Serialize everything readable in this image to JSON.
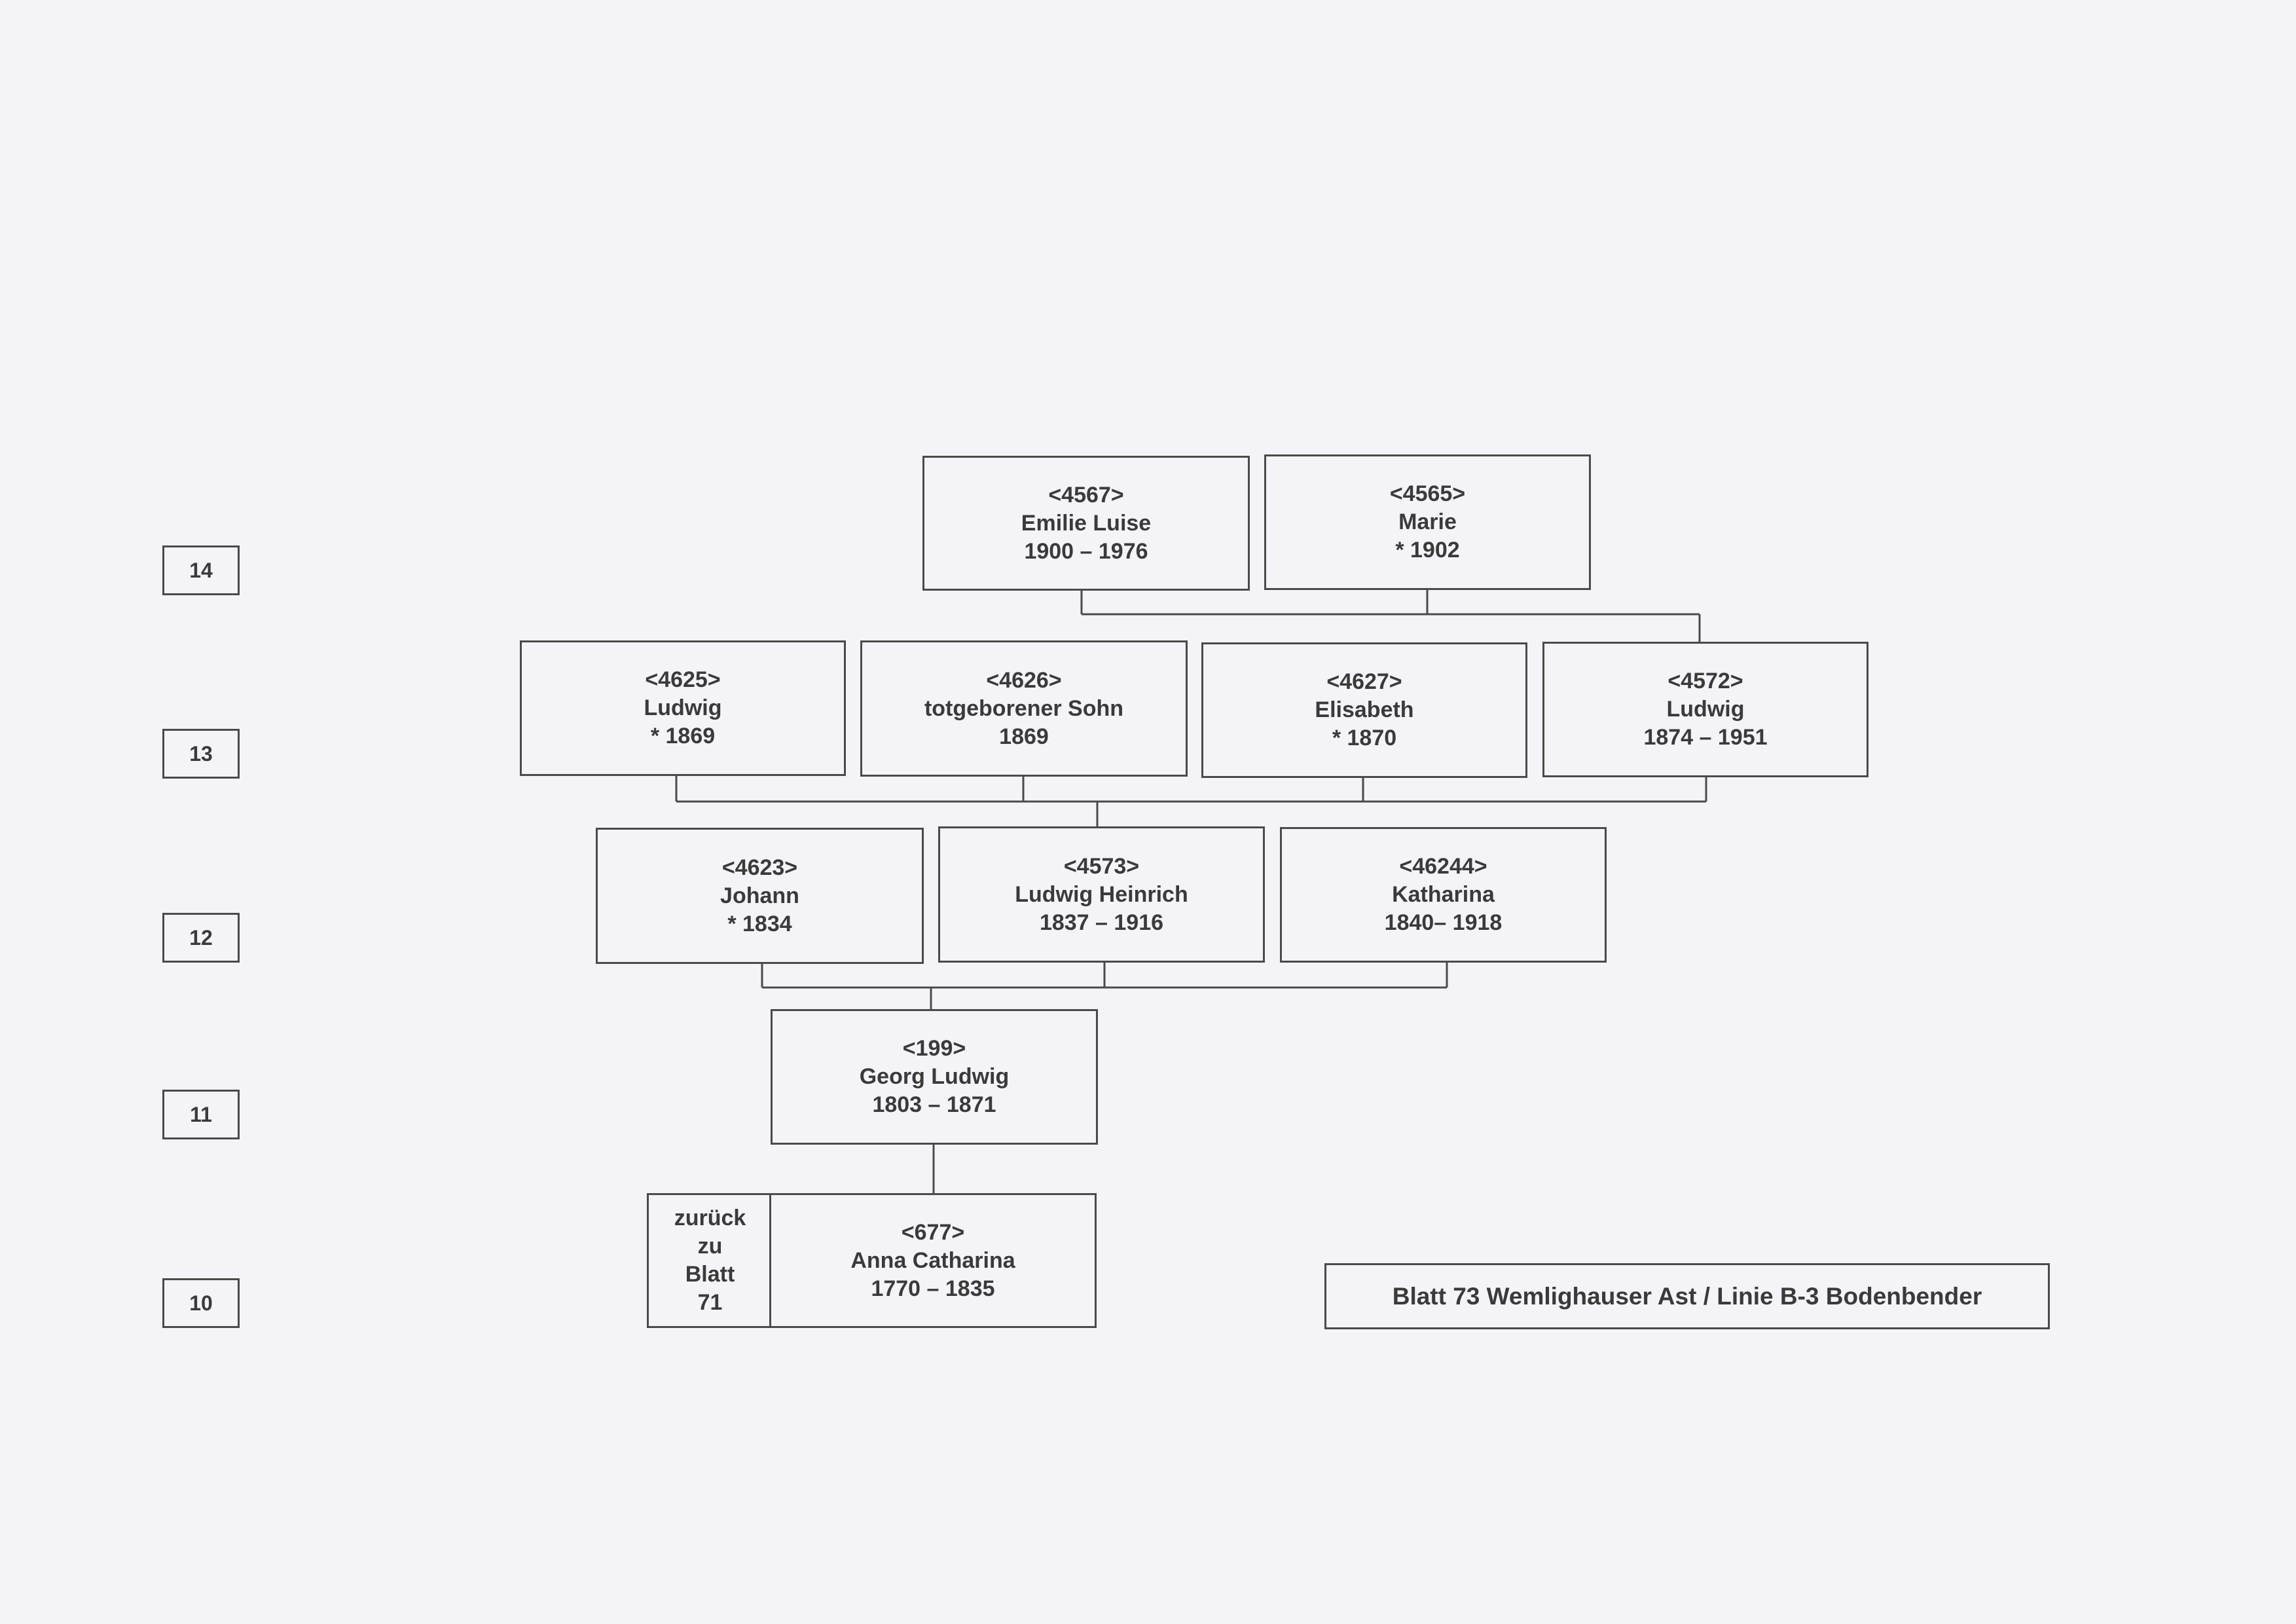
{
  "generations": [
    "14",
    "13",
    "12",
    "11",
    "10"
  ],
  "persons": {
    "p4567": {
      "id": "<4567>",
      "name": "Emilie Luise",
      "dates": "1900 – 1976"
    },
    "p4565": {
      "id": "<4565>",
      "name": "Marie",
      "dates": "* 1902"
    },
    "p4625": {
      "id": "<4625>",
      "name": "Ludwig",
      "dates": "* 1869"
    },
    "p4626": {
      "id": "<4626>",
      "name": "totgeborener Sohn",
      "dates": "1869"
    },
    "p4627": {
      "id": "<4627>",
      "name": "Elisabeth",
      "dates": "* 1870"
    },
    "p4572": {
      "id": "<4572>",
      "name": "Ludwig",
      "dates": "1874 – 1951"
    },
    "p4623": {
      "id": "<4623>",
      "name": "Johann",
      "dates": "* 1834"
    },
    "p4573": {
      "id": "<4573>",
      "name": "Ludwig Heinrich",
      "dates": "1837 – 1916"
    },
    "p46244": {
      "id": "<46244>",
      "name": "Katharina",
      "dates": "1840– 1918"
    },
    "p199": {
      "id": "<199>",
      "name": "Georg Ludwig",
      "dates": "1803 – 1871"
    },
    "p677": {
      "id": "<677>",
      "name": "Anna Catharina",
      "dates": "1770 – 1835"
    }
  },
  "back_link": {
    "line1": "zurück",
    "line2": "zu",
    "line3": "Blatt",
    "line4": "71"
  },
  "sheet_caption": "Blatt 73 Wemlighauser Ast / Linie B-3 Bodenbender"
}
